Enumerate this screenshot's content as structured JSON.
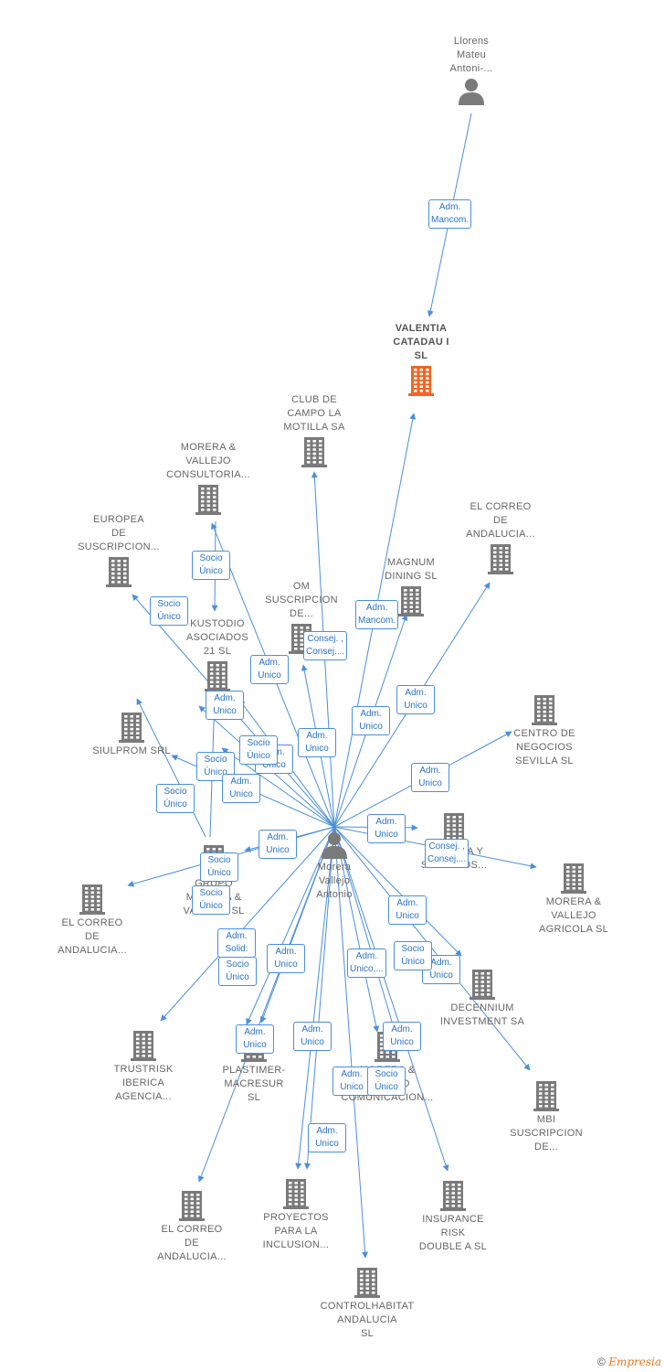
{
  "colors": {
    "edge": "#4a8fdc",
    "icon": "#7a7a7a",
    "focus_icon": "#f26522",
    "badge_text": "#2a73c8"
  },
  "nodes": [
    {
      "id": "llorens",
      "type": "person",
      "label": "Llorens\nMateu\nAntoni-..."
    },
    {
      "id": "valentia",
      "type": "company",
      "focus": true,
      "label": "VALENTIA\nCATADAU I\nSL"
    },
    {
      "id": "club",
      "type": "company",
      "label": "CLUB DE\nCAMPO LA\nMOTILLA SA"
    },
    {
      "id": "mvconsultoria",
      "type": "company",
      "label": "MORERA &\nVALLEJO\nCONSULTORIA..."
    },
    {
      "id": "europea",
      "type": "company",
      "label": "EUROPEA\nDE\nSUSCRIPCION..."
    },
    {
      "id": "correo1",
      "type": "company",
      "label": "EL CORREO\nDE\nANDALUCIA..."
    },
    {
      "id": "magnum",
      "type": "company",
      "label": "MAGNUM\nDINING  SL"
    },
    {
      "id": "om",
      "type": "company",
      "label": "OM\nSUSCRIPCION\nDE..."
    },
    {
      "id": "kustodio",
      "type": "company",
      "label": "KUSTODIO\nASOCIADOS\n21 SL"
    },
    {
      "id": "siulprom",
      "type": "company",
      "label": "SIULPROM SRL"
    },
    {
      "id": "centro",
      "type": "company",
      "label": "CENTRO DE\nNEGOCIOS\nSEVILLA  SL"
    },
    {
      "id": "defensa",
      "type": "company",
      "label": "DEFENSA Y\nSERVICIOS..."
    },
    {
      "id": "morera",
      "type": "person",
      "label": "Morera\nVallejo\nAntonio"
    },
    {
      "id": "grupo",
      "type": "company",
      "label": "GRUPO\nMORERA &\nVALLEJO SL"
    },
    {
      "id": "correo2",
      "type": "company",
      "label": "EL CORREO\nDE\nANDALUCIA..."
    },
    {
      "id": "agricola",
      "type": "company",
      "label": "MORERA &\nVALLEJO\nAGRICOLA  SL"
    },
    {
      "id": "decennium",
      "type": "company",
      "label": "DECENNIUM\nINVESTMENT SA"
    },
    {
      "id": "trustrisk",
      "type": "company",
      "label": "TRUSTRISK\nIBERICA\nAGENCIA..."
    },
    {
      "id": "plastimer",
      "type": "company",
      "label": "PLASTIMER-\nMACRESUR\nSL"
    },
    {
      "id": "comunicacion",
      "type": "company",
      "label": "MORERA &\nVALLEJO\nCOMUNICACION..."
    },
    {
      "id": "mbi",
      "type": "company",
      "label": "MBI\nSUSCRIPCION\nDE..."
    },
    {
      "id": "correo3",
      "type": "company",
      "label": "EL CORREO\nDE\nANDALUCIA..."
    },
    {
      "id": "proyectos",
      "type": "company",
      "label": "PROYECTOS\nPARA LA\nINCLUSION..."
    },
    {
      "id": "insurance",
      "type": "company",
      "label": "INSURANCE\nRISK\nDOUBLE A SL"
    },
    {
      "id": "controlhabitat",
      "type": "company",
      "label": "CONTROLHABITAT\nANDALUCIA\nSL"
    }
  ],
  "relations": [
    {
      "label": "Adm.\nMancom."
    },
    {
      "label": "Adm.\nMancom."
    },
    {
      "label": "Consej. ,\nConsej...."
    },
    {
      "label": "Socio\nÚnico"
    },
    {
      "label": "Socio\nÚnico"
    },
    {
      "label": "Adm.\nUnico"
    },
    {
      "label": "Adm.\nUnico"
    },
    {
      "label": "Adm.\nUnico"
    },
    {
      "label": "Adm.\nUnico"
    },
    {
      "label": "Adm.\nUnico"
    },
    {
      "label": "Socio\nÚnico"
    },
    {
      "label": "Socio\nÚnico"
    },
    {
      "label": "Adm.\nUnico"
    },
    {
      "label": "Adm.\nUnico"
    },
    {
      "label": "Socio\nÚnico"
    },
    {
      "label": "Adm.\nUnico"
    },
    {
      "label": "Adm.\nUnico"
    },
    {
      "label": "Adm.\nUnico"
    },
    {
      "label": "Consej. ,\nConsej...."
    },
    {
      "label": "Adm.\nUnico"
    },
    {
      "label": "Adm.\nUnico"
    },
    {
      "label": "Adm.\nUnico"
    },
    {
      "label": "Adm.\nSolid."
    },
    {
      "label": "Socio\nÚnico"
    },
    {
      "label": "Adm.\nUnico"
    },
    {
      "label": "Adm.\nUnico,..."
    },
    {
      "label": "Socio\nÚnico"
    },
    {
      "label": "Adm.\nUnico"
    },
    {
      "label": "Adm.\nUnico"
    },
    {
      "label": "Adm.\nUnico"
    },
    {
      "label": "Adm.\nUnico"
    },
    {
      "label": "Socio\nÚnico"
    },
    {
      "label": "Socio\nÚnico"
    },
    {
      "label": "Socio\nÚnico"
    }
  ],
  "footer": {
    "copyright": "©",
    "brand": "Empresia"
  }
}
